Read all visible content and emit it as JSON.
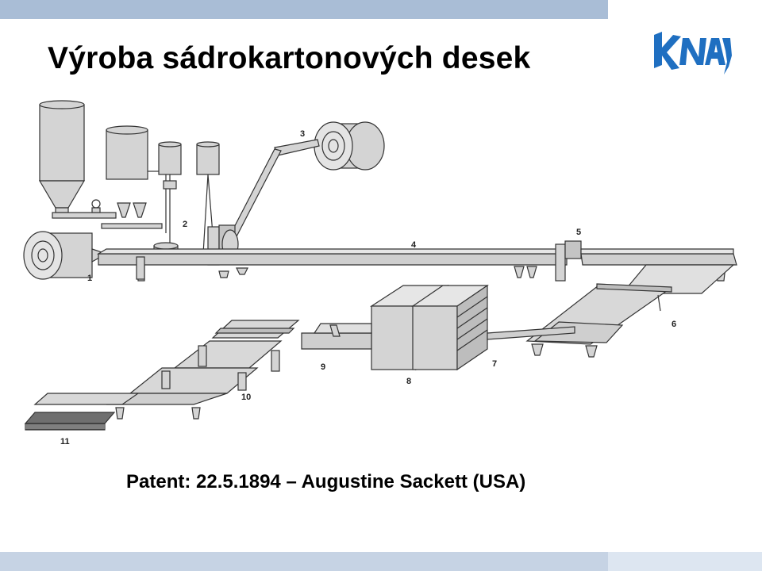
{
  "title": "Výroba sádrokartonových desek",
  "logo": {
    "text": "KNAUF",
    "color": "#1f6fc1"
  },
  "caption": "Patent: 22.5.1894 – Augustine Sackett (USA)",
  "diagram": {
    "labels": [
      "1",
      "2",
      "3",
      "4",
      "5",
      "6",
      "7",
      "8",
      "9",
      "10",
      "11"
    ]
  },
  "colors": {
    "top_bar": "#a9bdd6",
    "bottom_bar": "#c6d3e4",
    "machine_fill": "#d4d4d4",
    "machine_stroke": "#333333"
  }
}
